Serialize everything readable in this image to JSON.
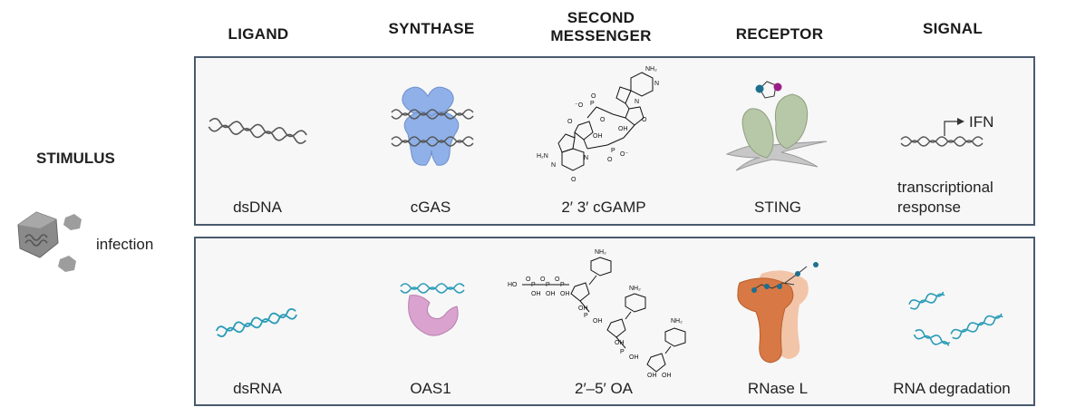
{
  "headers": {
    "ligand": "LIGAND",
    "synthase": "SYNTHASE",
    "second_messenger_line1": "SECOND",
    "second_messenger_line2": "MESSENGER",
    "receptor": "RECEPTOR",
    "signal": "SIGNAL"
  },
  "stimulus": {
    "title": "STIMULUS",
    "label": "infection"
  },
  "row_dna": {
    "ligand": "dsDNA",
    "synthase": "cGAS",
    "messenger": "2′ 3′ cGAMP",
    "receptor": "STING",
    "signal_line1": "transcriptional",
    "signal_line2": "response",
    "gene_product": "IFN"
  },
  "row_rna": {
    "ligand": "dsRNA",
    "synthase": "OAS1",
    "messenger": "2′–5′ OA",
    "receptor": "RNase L",
    "signal": "RNA degradation"
  },
  "colors": {
    "panel_border": "#4a5a6e",
    "cgas": "#8fb0e8",
    "oas1": "#d9a2cf",
    "sting": "#b7c8a8",
    "rnase_l": "#d77845",
    "rna": "#2a9bb7",
    "dna": "#555555"
  }
}
